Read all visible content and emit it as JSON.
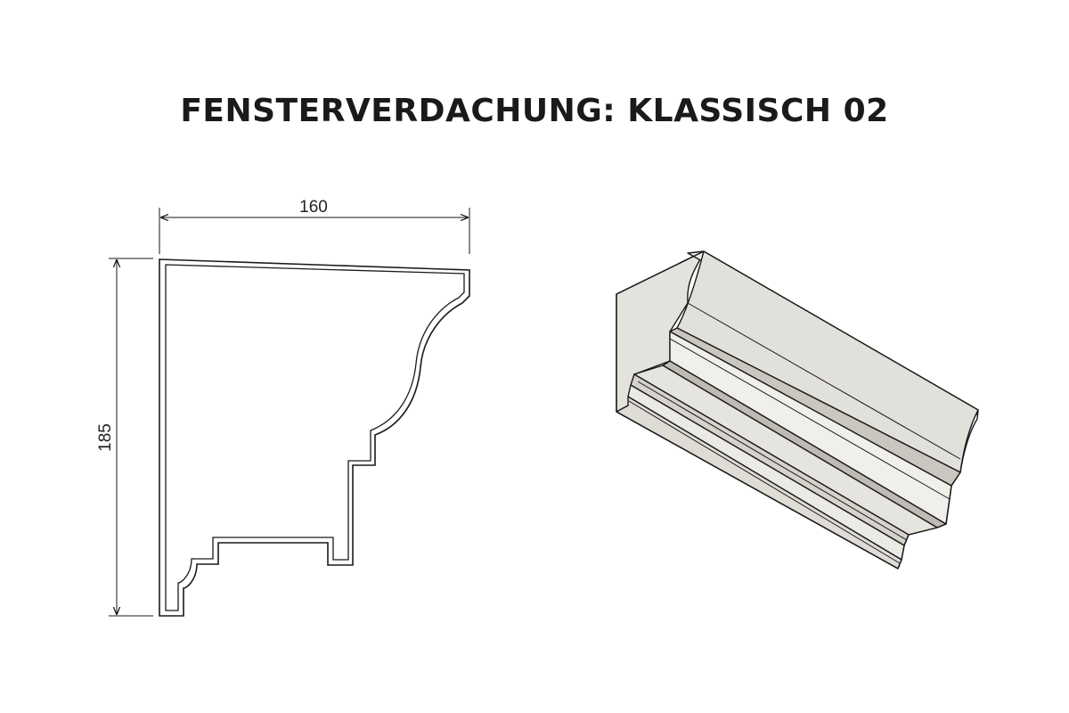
{
  "title": "FENSTERVERDACHUNG: KLASSISCH 02",
  "dimensions": {
    "width_label": "160",
    "height_label": "185"
  },
  "colors": {
    "line": "#1a1a1a",
    "profile_face_light": "#ecebe6",
    "profile_face_mid": "#dcdad3",
    "profile_face_dark": "#bdbbb3",
    "profile_end": "#e4e2dc"
  }
}
